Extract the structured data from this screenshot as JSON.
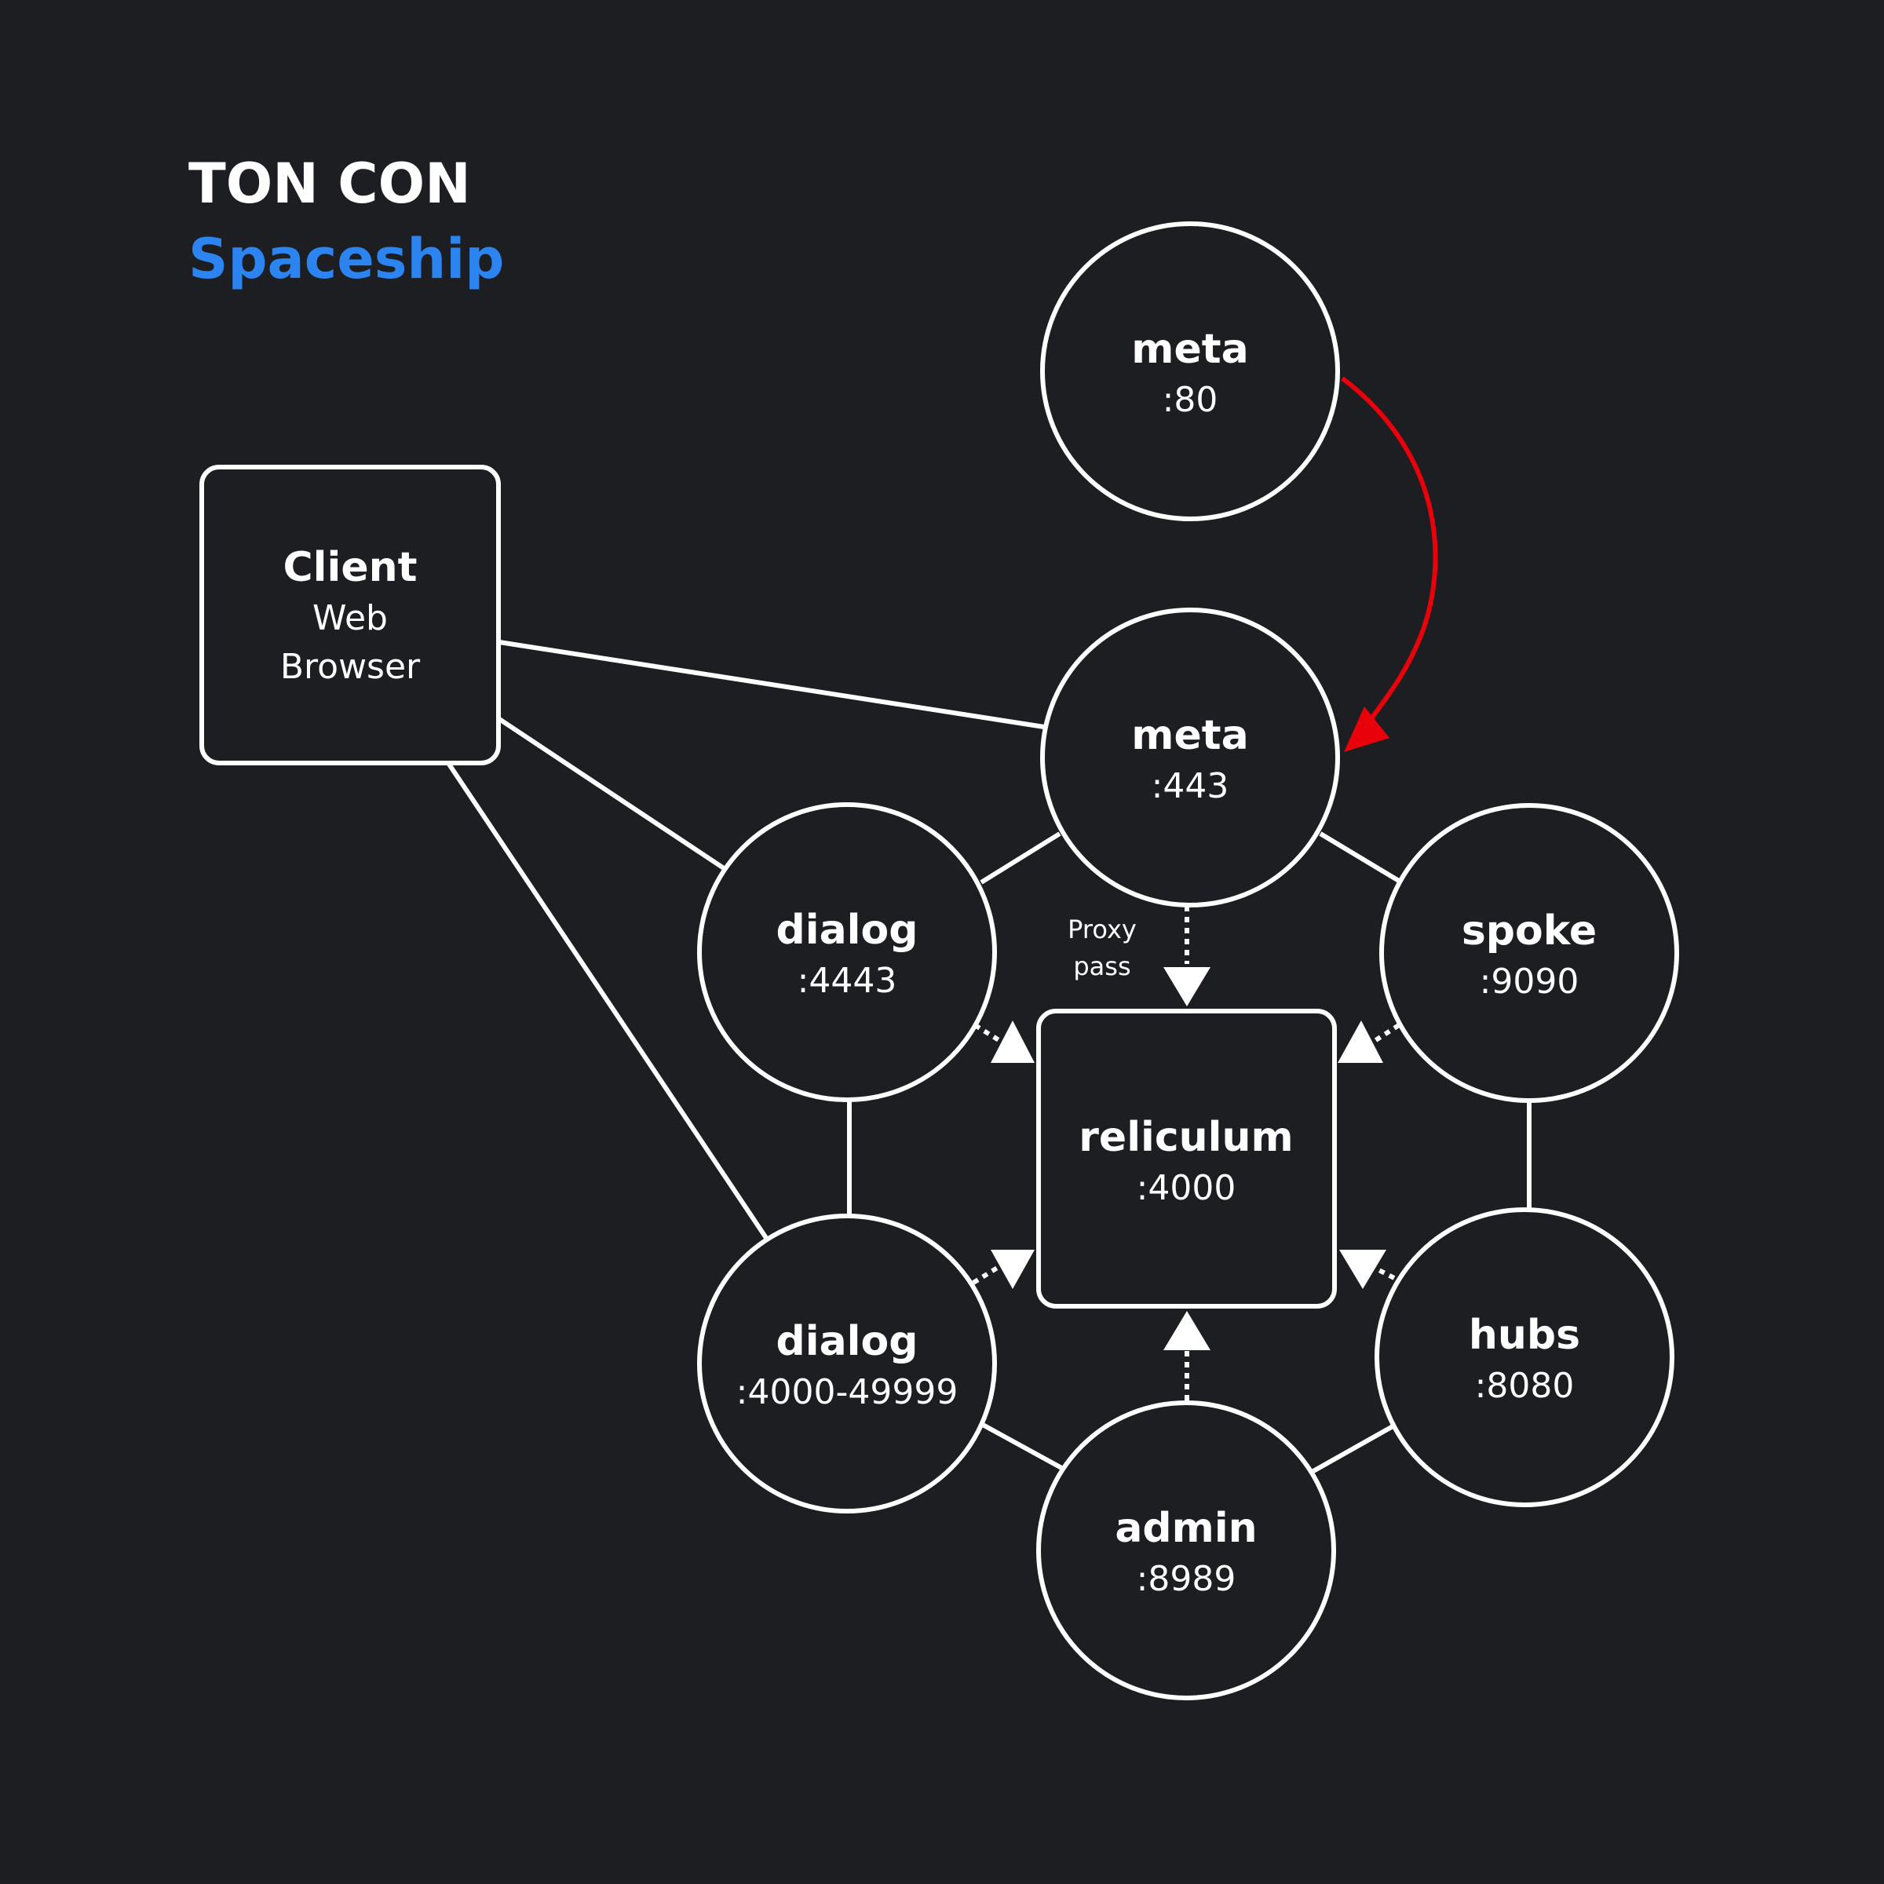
{
  "title": {
    "line1": "TON CON",
    "line2": "Spaceship"
  },
  "colors": {
    "background": "#1c1e22",
    "stroke": "#ffffff",
    "accent": "#2b84f0",
    "redirect": "#e8000b"
  },
  "nodes": {
    "client": {
      "name": "Client",
      "line2": "Web",
      "line3": "Browser"
    },
    "meta80": {
      "name": "meta",
      "port": ":80"
    },
    "meta443": {
      "name": "meta",
      "port": ":443"
    },
    "dialog4443": {
      "name": "dialog",
      "port": ":4443"
    },
    "spoke": {
      "name": "spoke",
      "port": ":9090"
    },
    "reticulum": {
      "name": "reliculum",
      "port": ":4000"
    },
    "dialogRange": {
      "name": "dialog",
      "port": ":4000-49999"
    },
    "hubs": {
      "name": "hubs",
      "port": ":8080"
    },
    "admin": {
      "name": "admin",
      "port": ":8989"
    }
  },
  "proxy_label": {
    "line1": "Proxy",
    "line2": "pass"
  }
}
